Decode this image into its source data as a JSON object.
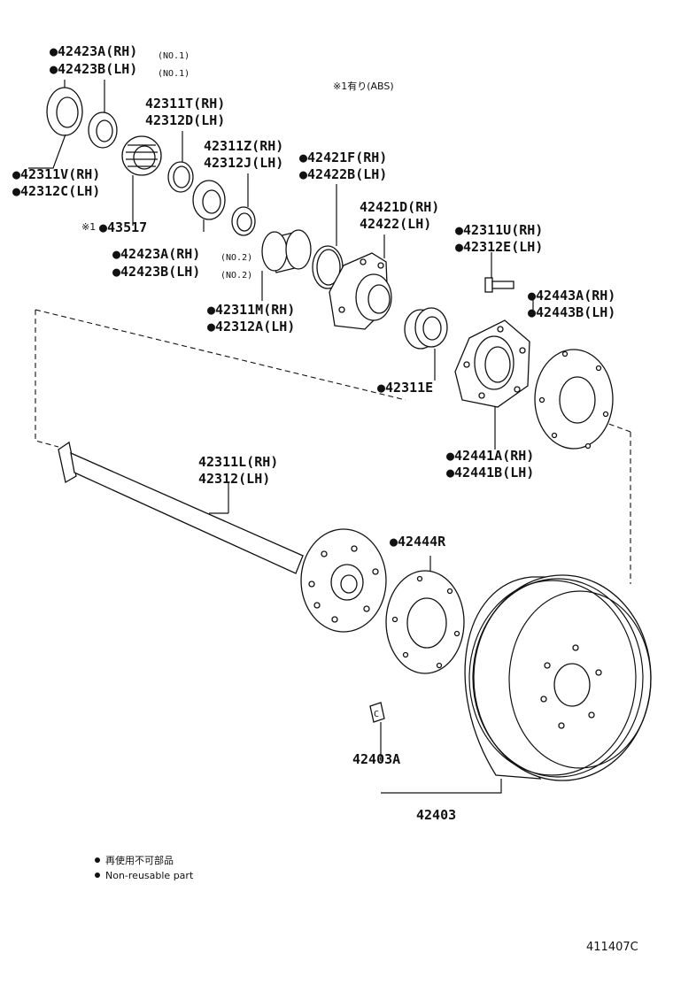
{
  "header_note": "※1有り(ABS)",
  "labels": {
    "p42423a_no1": "●42423A(RH)",
    "p42423b_no1": "●42423B(LH)",
    "no1": "(NO.1)",
    "p42311t": "42311T(RH)",
    "p42312d": "42312D(LH)",
    "p42311z": "42311Z(RH)",
    "p42312j": "42312J(LH)",
    "p42421f": "●42421F(RH)",
    "p42422b": "●42422B(LH)",
    "p42311v": "●42311V(RH)",
    "p42312c": "●42312C(LH)",
    "p43517_prefix": "※1",
    "p43517": "●43517",
    "p42421d": "42421D(RH)",
    "p42422": "42422(LH)",
    "p42423a_no2": "●42423A(RH)",
    "p42423b_no2": "●42423B(LH)",
    "no2": "(NO.2)",
    "p42311u": "●42311U(RH)",
    "p42312e": "●42312E(LH)",
    "p42443a": "●42443A(RH)",
    "p42443b": "●42443B(LH)",
    "p42311m": "●42311M(RH)",
    "p42312a": "●42312A(LH)",
    "p42311e": "●42311E",
    "p42441a": "●42441A(RH)",
    "p42441b": "●42441B(LH)",
    "p42311l": "42311L(RH)",
    "p42312": "42312(LH)",
    "p42444r": "●42444R",
    "p42403a": "42403A",
    "p42403": "42403",
    "c_mark": "C"
  },
  "legend": {
    "ja": "再使用不可部品",
    "en": "Non-reusable part"
  },
  "figure_code": "411407C"
}
